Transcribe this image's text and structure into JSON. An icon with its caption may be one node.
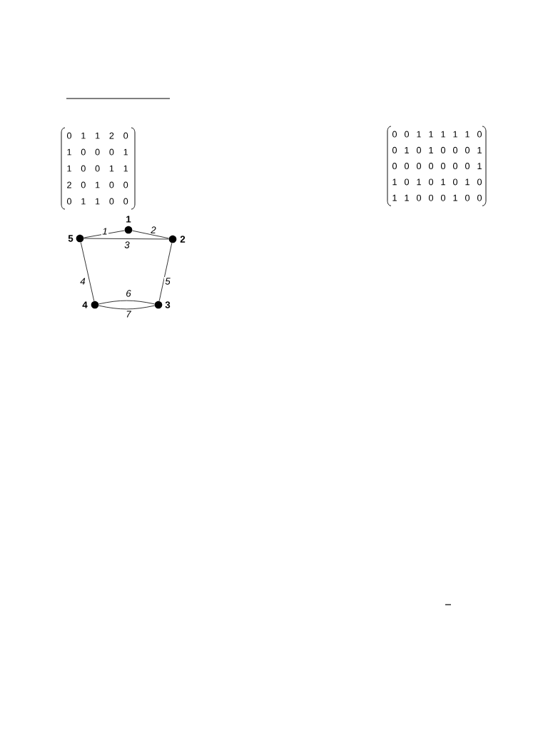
{
  "diagram": {
    "nodes": [
      {
        "text": [],
        "shape": "circle",
        "beside": [
          "1"
        ]
      },
      {
        "text": [],
        "shape": "circle",
        "beside": [
          "5"
        ]
      },
      {
        "text": [],
        "shape": "circle",
        "beside": [
          "2"
        ]
      },
      {
        "text": [],
        "shape": "circle",
        "beside": [
          "4"
        ]
      },
      {
        "text": [],
        "shape": "circle",
        "beside": [
          "3"
        ]
      }
    ],
    "edges": [
      {
        "from": 1,
        "to": 0,
        "arrow": "none",
        "label": "1"
      },
      {
        "from": 0,
        "to": 2,
        "arrow": "none",
        "label": "2"
      },
      {
        "from": 1,
        "to": 2,
        "arrow": "none",
        "label": "3"
      },
      {
        "from": 1,
        "to": 3,
        "arrow": "none",
        "label": "4"
      },
      {
        "from": 2,
        "to": 4,
        "arrow": "none",
        "label": "5"
      },
      {
        "from": 3,
        "to": 4,
        "arrow": "none",
        "label": "6"
      },
      {
        "from": 3,
        "to": 4,
        "arrow": "none",
        "label": "7"
      }
    ],
    "labels": [
      "0",
      "1",
      "1",
      "2",
      "0",
      "1",
      "0",
      "0",
      "0",
      "1",
      "1",
      "0",
      "0",
      "1",
      "1",
      "2",
      "0",
      "1",
      "0",
      "0",
      "0",
      "1",
      "1",
      "0",
      "0",
      "0",
      "0",
      "1",
      "1",
      "1",
      "1",
      "1",
      "0",
      "0",
      "1",
      "0",
      "1",
      "0",
      "0",
      "0",
      "1",
      "0",
      "0",
      "0",
      "0",
      "0",
      "0",
      "0",
      "1",
      "1",
      "0",
      "1",
      "0",
      "1",
      "0",
      "1",
      "0",
      "1",
      "1",
      "0",
      "0",
      "0",
      "1",
      "0",
      "0"
    ]
  }
}
